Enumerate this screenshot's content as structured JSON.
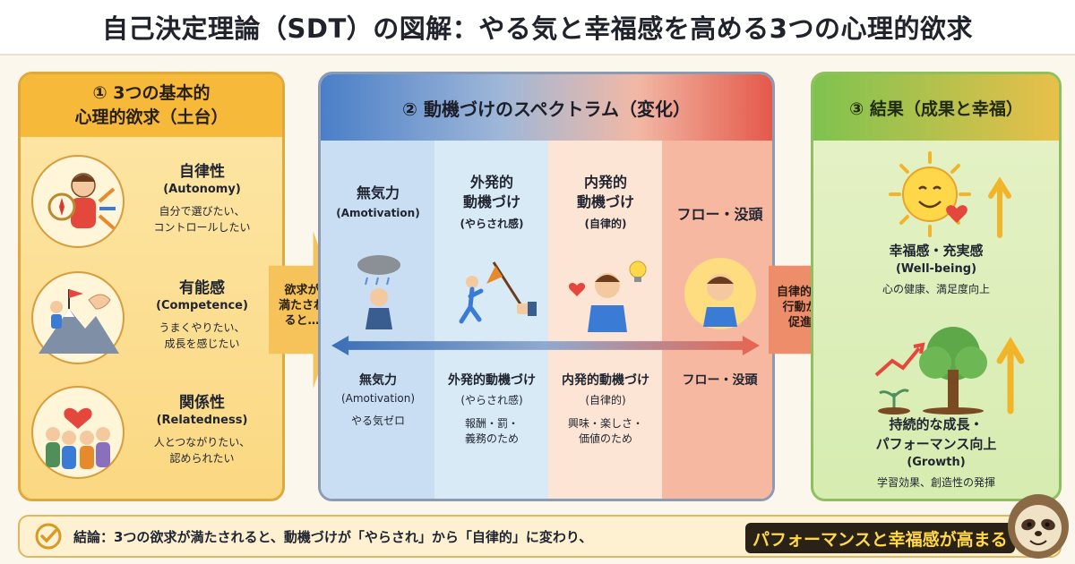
{
  "title": "自己決定理論（SDT）の図解：やる気と幸福感を高める3つの心理的欲求",
  "panel1": {
    "heading_line1": "① 3つの基本的",
    "heading_line2": "心理的欲求（土台）",
    "needs": [
      {
        "jp": "自律性",
        "en": "(Autonomy)",
        "desc1": "自分で選びたい、",
        "desc2": "コントロールしたい",
        "icon": "compass-person-icon"
      },
      {
        "jp": "有能感",
        "en": "(Competence)",
        "desc1": "うまくやりたい、",
        "desc2": "成長を感じたい",
        "icon": "mountain-climber-icon"
      },
      {
        "jp": "関係性",
        "en": "(Relatedness)",
        "desc1": "人とつながりたい、",
        "desc2": "認められたい",
        "icon": "people-heart-icon"
      }
    ]
  },
  "arrow1": {
    "line1": "欲求が",
    "line2": "満たされ",
    "line3": "ると…"
  },
  "panel2": {
    "heading": "② 動機づけのスペクトラム（変化）",
    "columns": [
      {
        "top_line1": "無気力",
        "top_line2": "",
        "top_sub": "(Amotivation)",
        "bot_jp": "無気力",
        "bot_sub": "(Amotivation)",
        "desc1": "やる気ゼロ",
        "desc2": "",
        "icon": "raincloud-person-icon"
      },
      {
        "top_line1": "外発的",
        "top_line2": "動機づけ",
        "top_sub": "(やらされ感)",
        "bot_jp": "外発的動機づけ",
        "bot_sub": "(やらされ感)",
        "desc1": "報酬・罰・",
        "desc2": "義務のため",
        "icon": "carrot-stick-icon"
      },
      {
        "top_line1": "内発的",
        "top_line2": "動機づけ",
        "top_sub": "(自律的)",
        "bot_jp": "内発的動機づけ",
        "bot_sub": "(自律的)",
        "desc1": "興味・楽しさ・",
        "desc2": "価値のため",
        "icon": "lightbulb-person-icon"
      },
      {
        "top_line1": "フロー・没頭",
        "top_line2": "",
        "top_sub": "",
        "bot_jp": "フロー・没頭",
        "bot_sub": "",
        "desc1": "",
        "desc2": "",
        "icon": "glowing-person-icon"
      }
    ]
  },
  "arrow2": {
    "line1": "自律的な",
    "line2": "行動が",
    "line3": "促進"
  },
  "panel3": {
    "heading": "③ 結果（成果と幸福）",
    "results": [
      {
        "jp1": "幸福感・充実感",
        "jp2": "",
        "en": "(Well-being)",
        "desc": "心の健康、満足度向上",
        "icon": "smiling-sun-icon"
      },
      {
        "jp1": "持続的な成長・",
        "jp2": "パフォーマンス向上",
        "en": "(Growth)",
        "desc": "学習効果、創造性の発揮",
        "icon": "growing-tree-icon"
      }
    ]
  },
  "conclusion": {
    "text": "結論：3つの欲求が満たされると、動機づけが「やらされ」から「自律的」に変わり、",
    "highlight": "パフォーマンスと幸福感が高まる"
  }
}
